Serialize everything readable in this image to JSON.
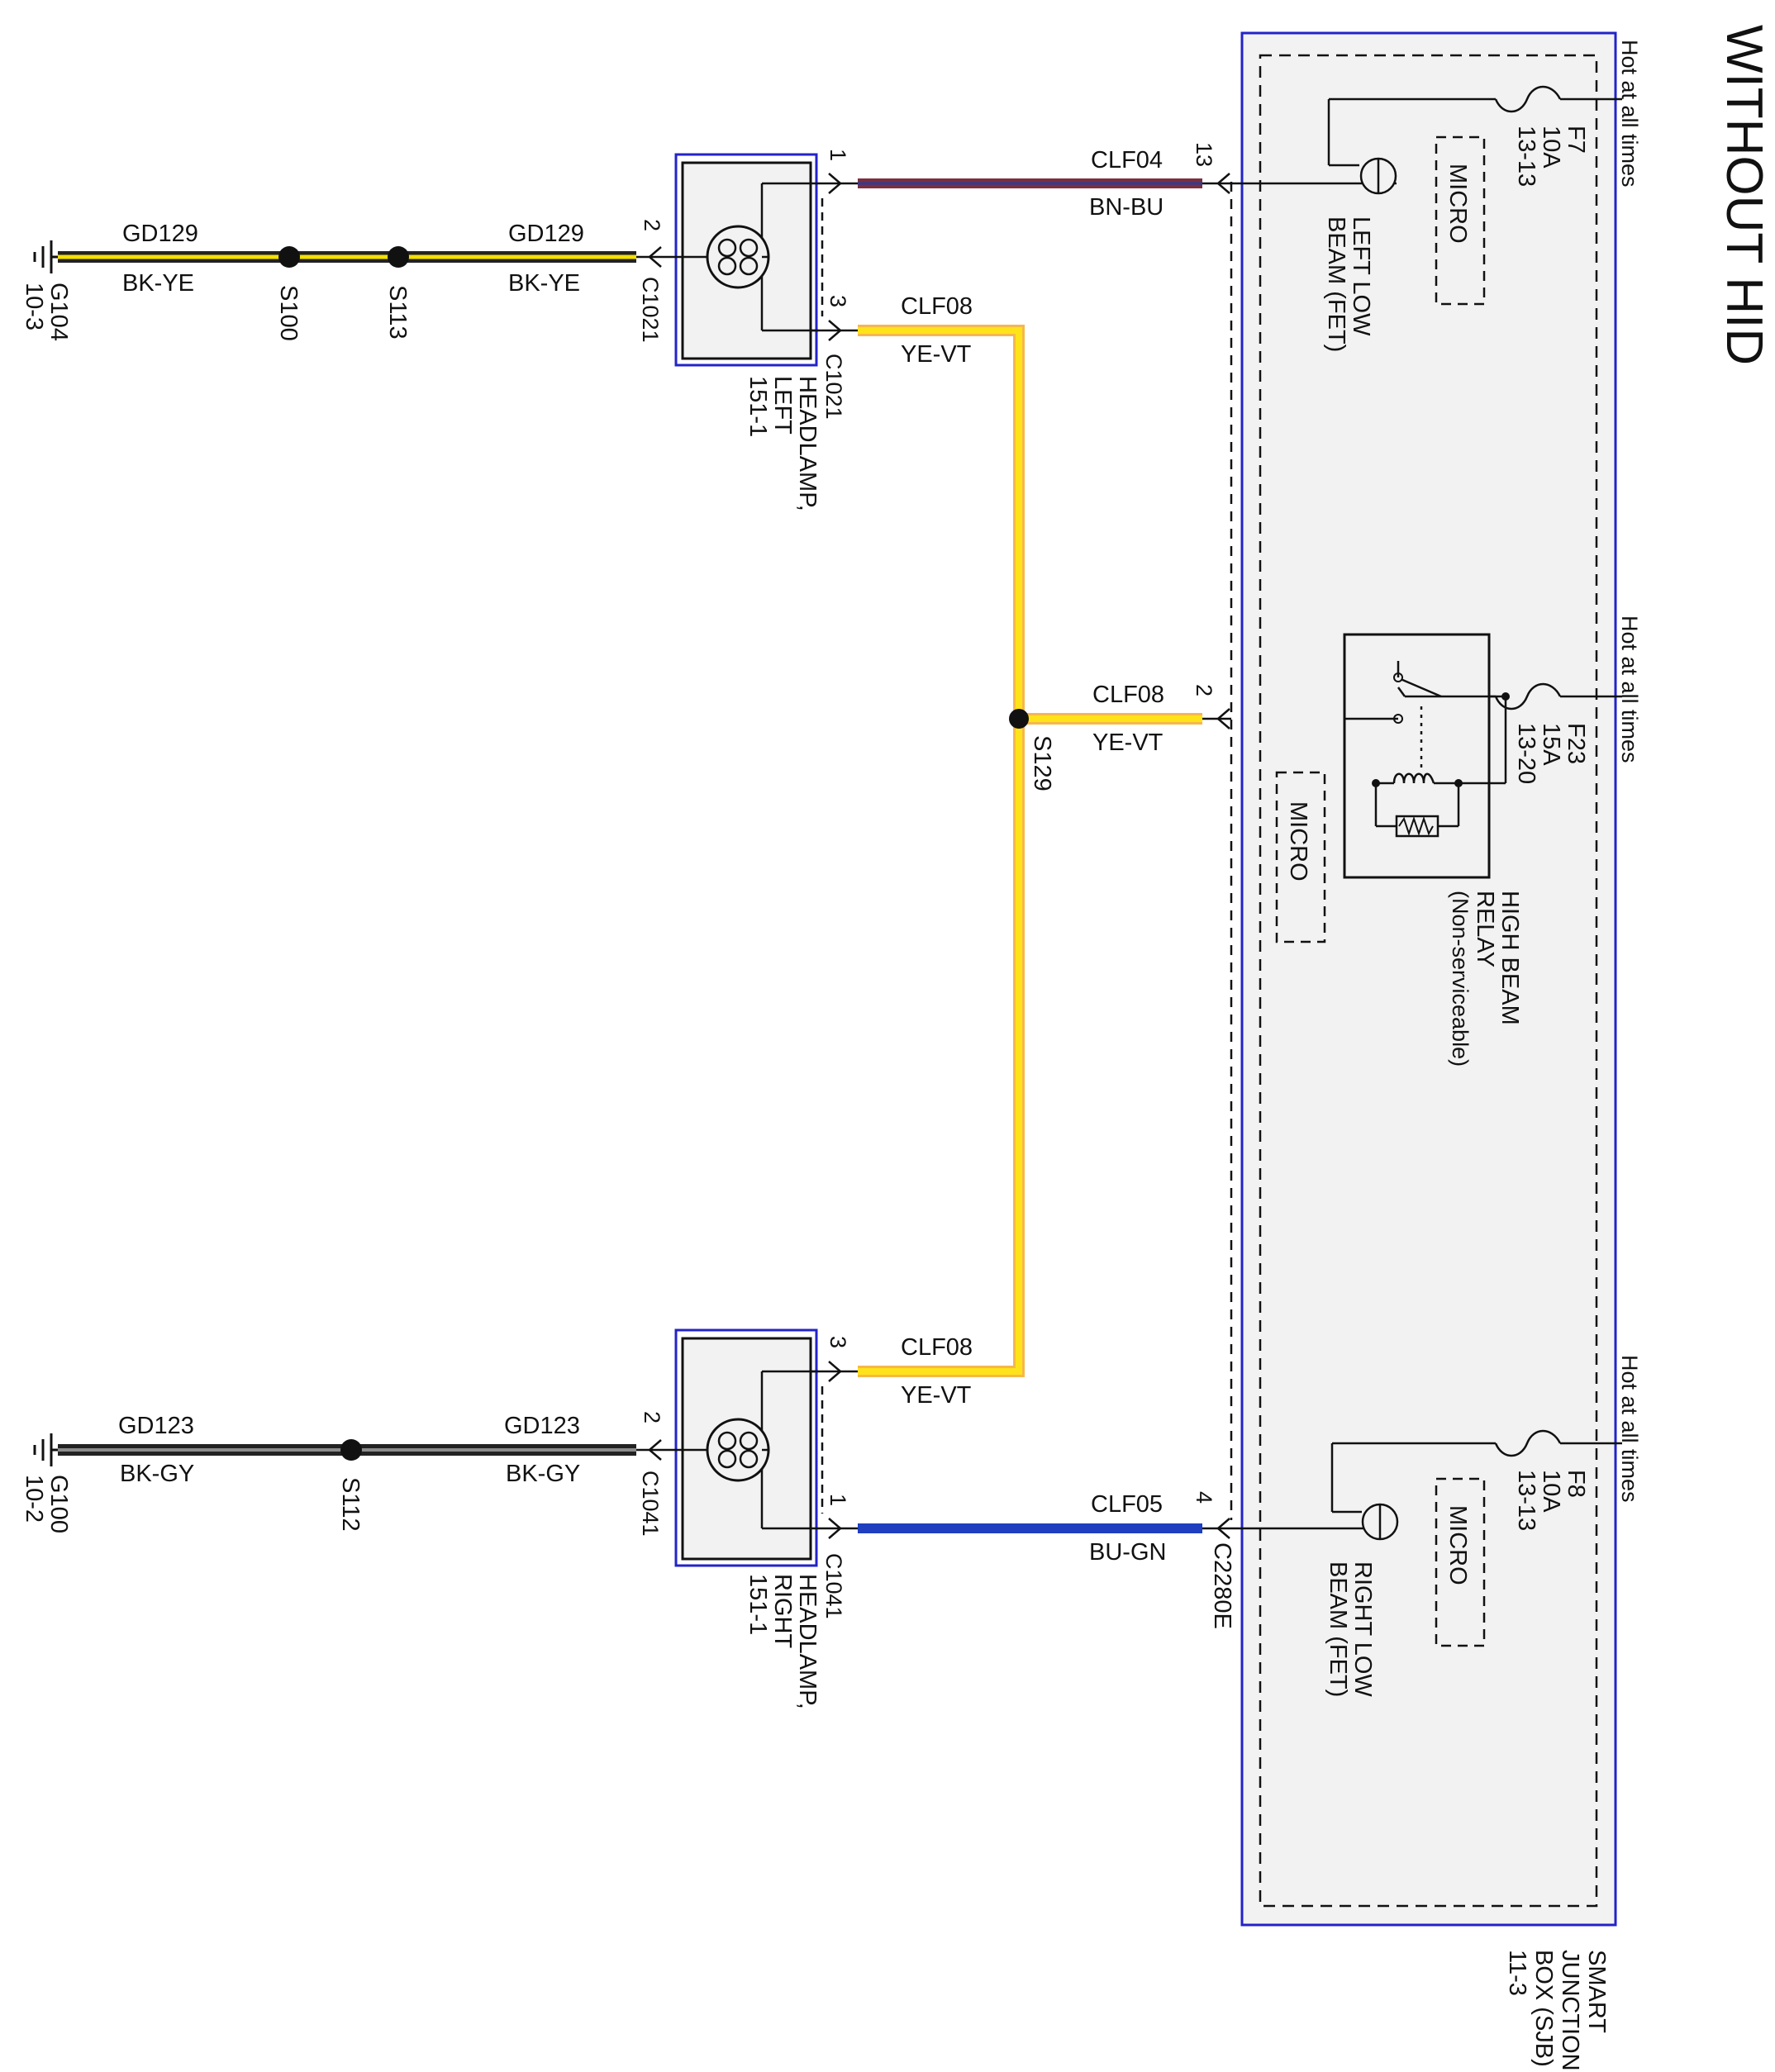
{
  "title": "WITHOUT HID",
  "sjb": {
    "name": [
      "SMART",
      "JUNCTION",
      "BOX (SJB)",
      "11-3"
    ],
    "connector": "C2280E",
    "power_label": "Hot at all times",
    "micro_label": "MICRO",
    "fuses": [
      {
        "id": "f7",
        "name": "F7",
        "rating": "10A",
        "ref": "13-13"
      },
      {
        "id": "f23",
        "name": "F23",
        "rating": "15A",
        "ref": "13-20"
      },
      {
        "id": "f8",
        "name": "F8",
        "rating": "10A",
        "ref": "13-13"
      }
    ],
    "left_low_beam": [
      "LEFT LOW",
      "BEAM (FET)"
    ],
    "right_low_beam": [
      "RIGHT LOW",
      "BEAM (FET)"
    ],
    "relay": [
      "HIGH BEAM",
      "RELAY",
      "(Non-serviceable)"
    ]
  },
  "wires": {
    "clf04": {
      "circuit": "CLF04",
      "color": "BN-BU",
      "pin_sjb": "13",
      "pin_lamp": "1"
    },
    "clf08_relay": {
      "circuit": "CLF08",
      "color": "YE-VT",
      "pin": "2"
    },
    "clf08_left": {
      "circuit": "CLF08",
      "color": "YE-VT",
      "pin": "3"
    },
    "clf08_right": {
      "circuit": "CLF08",
      "color": "YE-VT",
      "pin": "3"
    },
    "clf05": {
      "circuit": "CLF05",
      "color": "BU-GN",
      "pin_sjb": "4",
      "pin_lamp": "1"
    },
    "gd129_a": {
      "circuit": "GD129",
      "color": "BK-YE"
    },
    "gd129_b": {
      "circuit": "GD129",
      "color": "BK-YE"
    },
    "gd123_a": {
      "circuit": "GD123",
      "color": "BK-GY"
    },
    "gd123_b": {
      "circuit": "GD123",
      "color": "BK-GY"
    }
  },
  "wire_colors": {
    "bn_bu": "#7a2f3f",
    "bn_bu_stripe": "#2c3d99",
    "ye_vt": "#ffe31a",
    "ye_vt_outline": "#f6b74a",
    "bu_gn": "#1f3fbf",
    "bk": "#222222",
    "ye_stripe": "#f4e000",
    "gy_stripe": "#8c8c8c",
    "sjb_border": "#2323c8",
    "sjb_fill": "#f2f2f2"
  },
  "splices": {
    "s129": "S129",
    "s100": "S100",
    "s113": "S113",
    "s112": "S112"
  },
  "grounds": {
    "g104": {
      "name": "G104",
      "ref": "10-3"
    },
    "g100": {
      "name": "G100",
      "ref": "10-2"
    }
  },
  "headlamp_left": {
    "connector": "C1021",
    "label": [
      "HEADLAMP,",
      "LEFT",
      "151-1"
    ],
    "pin_ground": "2"
  },
  "headlamp_right": {
    "connector": "C1041",
    "label": [
      "HEADLAMP,",
      "RIGHT",
      "151-1"
    ],
    "pin_ground": "2"
  }
}
